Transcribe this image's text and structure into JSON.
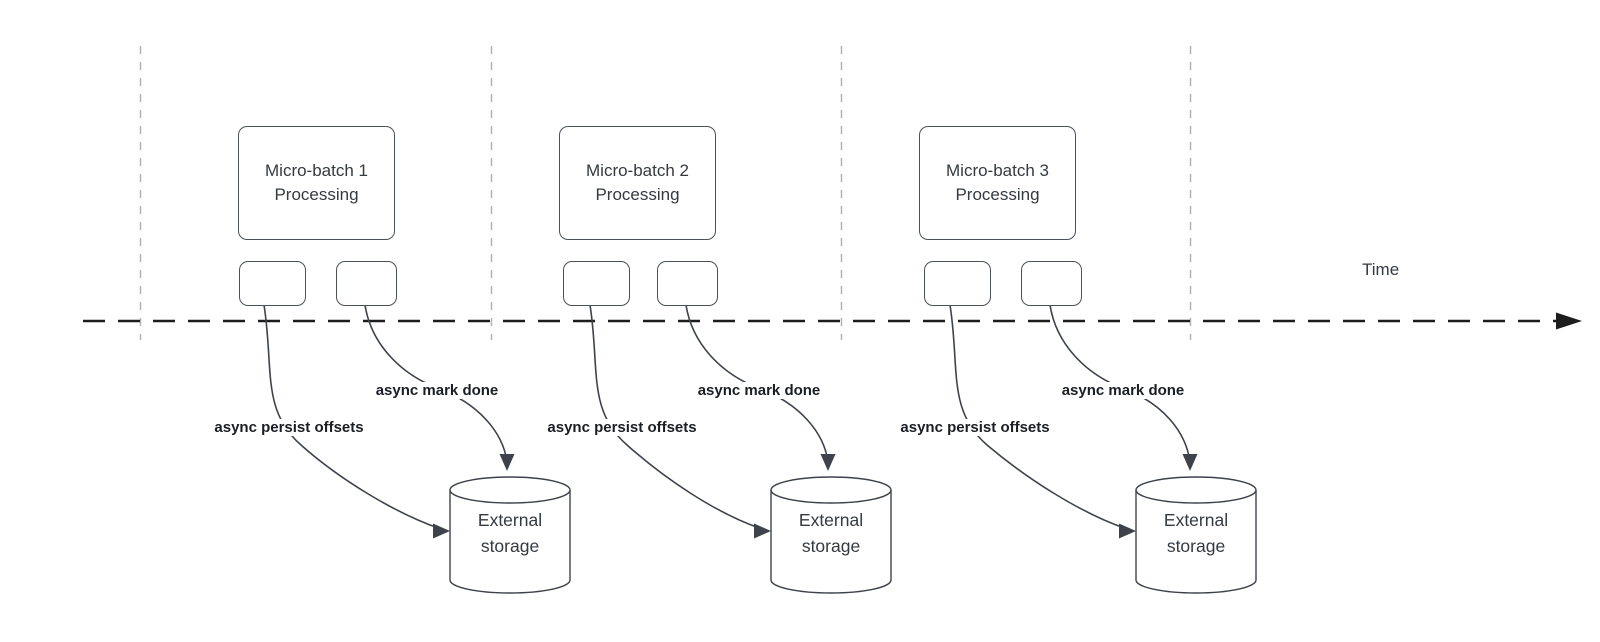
{
  "timeline": {
    "label": "Time"
  },
  "sections": [
    {
      "id": "micro-batch-1",
      "processing_line1": "Micro-batch 1",
      "processing_line2": "Processing",
      "persist_label": "async persist offsets",
      "mark_done_label": "async mark done",
      "storage_line1": "External",
      "storage_line2": "storage"
    },
    {
      "id": "micro-batch-2",
      "processing_line1": "Micro-batch 2",
      "processing_line2": "Processing",
      "persist_label": "async persist offsets",
      "mark_done_label": "async mark done",
      "storage_line1": "External",
      "storage_line2": "storage"
    },
    {
      "id": "micro-batch-3",
      "processing_line1": "Micro-batch 3",
      "processing_line2": "Processing",
      "persist_label": "async persist offsets",
      "mark_done_label": "async mark done",
      "storage_line1": "External",
      "storage_line2": "storage"
    }
  ],
  "colors": {
    "connector": "#3e434b",
    "timeline_axis": "#1d1d1d",
    "guide_line": "#b3b3b3",
    "shape_border": "#4b515a",
    "label_text": "#1b1e24",
    "shape_text": "#343a42",
    "canvas_bg": "#ffffff"
  }
}
